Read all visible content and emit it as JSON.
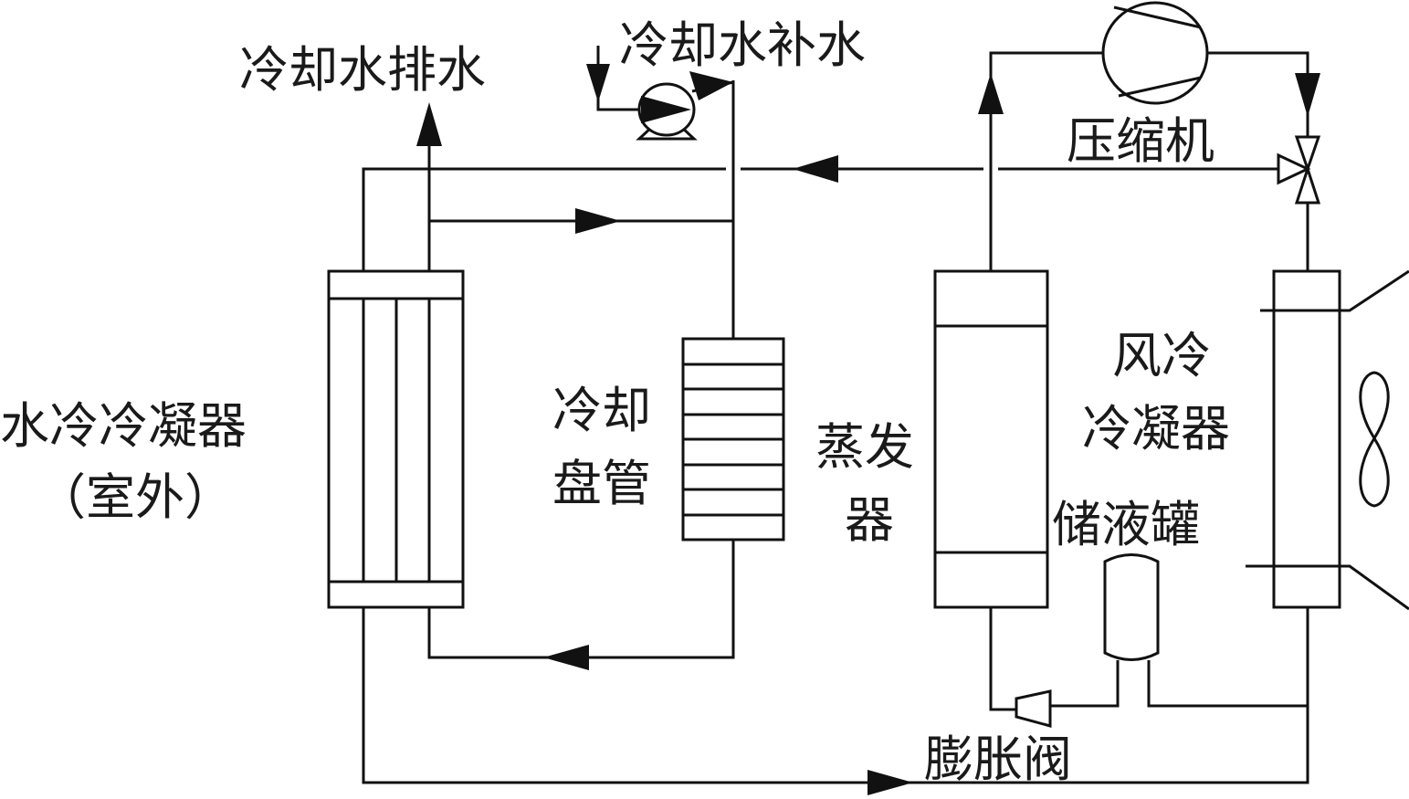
{
  "labels": {
    "drain": "冷却水排水",
    "makeup": "冷却水补水",
    "compressor": "压缩机",
    "water_condenser": "水冷冷凝器",
    "outdoor": "（室外）",
    "coil_1": "冷却",
    "coil_2": "盘管",
    "evaporator_1": "蒸发",
    "evaporator_2": "器",
    "air_condenser_1": "风冷",
    "air_condenser_2": "冷凝器",
    "receiver": "储液罐",
    "expansion_valve": "膨胀阀"
  },
  "colors": {
    "line": "#111111",
    "background": "#ffffff"
  }
}
